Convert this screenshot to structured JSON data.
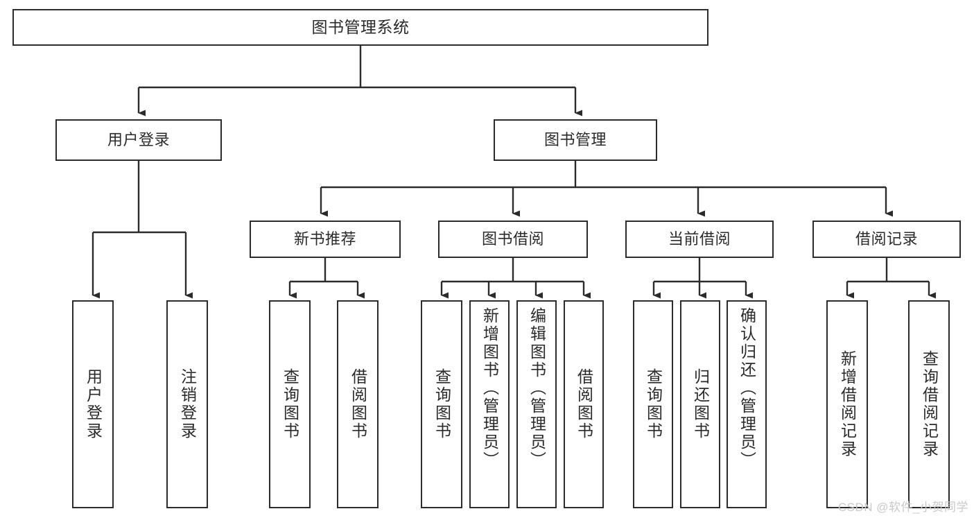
{
  "diagram": {
    "title": "图书管理系统",
    "type": "tree-hierarchy",
    "watermark": "CSDN @软件_小贺同学",
    "colors": {
      "node_border": "#2b2b2b",
      "node_fill": "#ffffff",
      "connector": "#2b2b2b",
      "text": "#2a2a2a",
      "watermark": "#c9c9c9",
      "background": "#ffffff"
    }
  },
  "nodes": {
    "root": {
      "label": "图书管理系统"
    },
    "level1": [
      {
        "label": "用户登录"
      },
      {
        "label": "图书管理"
      }
    ],
    "level2": [
      {
        "label": "新书推荐"
      },
      {
        "label": "图书借阅"
      },
      {
        "label": "当前借阅"
      },
      {
        "label": "借阅记录"
      }
    ],
    "leaves_user_login": [
      {
        "label": "用户登录"
      },
      {
        "label": "注销登录"
      }
    ],
    "leaves_new_book": [
      {
        "label": "查询图书"
      },
      {
        "label": "借阅图书"
      }
    ],
    "leaves_borrow": [
      {
        "label": "查询图书"
      },
      {
        "label": "新增图书（管理员）"
      },
      {
        "label": "编辑图书（管理员）"
      },
      {
        "label": "借阅图书"
      }
    ],
    "leaves_current": [
      {
        "label": "查询图书"
      },
      {
        "label": "归还图书"
      },
      {
        "label": "确认归还（管理员）"
      }
    ],
    "leaves_records": [
      {
        "label": "新增借阅记录"
      },
      {
        "label": "查询借阅记录"
      }
    ]
  }
}
